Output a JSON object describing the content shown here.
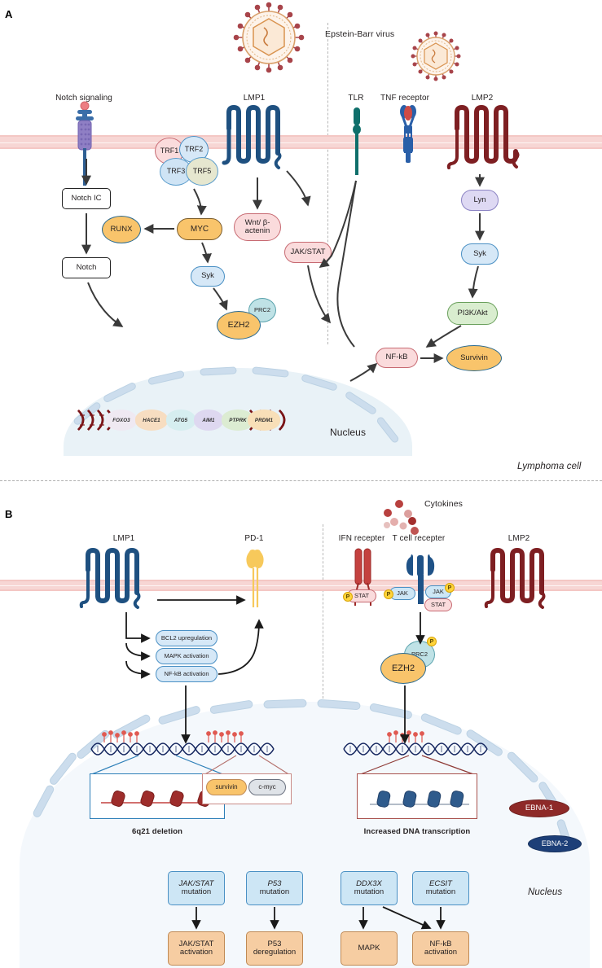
{
  "figure": {
    "panel_a_letter": "A",
    "panel_b_letter": "B",
    "virus_label": "Epstein-Barr virus",
    "lymphoma_cell_label": "Lymphoma cell",
    "nucleus_label_a": "Nucleus",
    "nucleus_label_b": "Nucleus",
    "cytokines_label": "Cytokines"
  },
  "panel_a": {
    "receptors": {
      "notch": "Notch signaling",
      "lmp1": "LMP1",
      "tlr": "TLR",
      "tnf": "TNF receptor",
      "lmp2": "LMP2"
    },
    "trf_complex": [
      {
        "label": "TRF1"
      },
      {
        "label": "TRF2"
      },
      {
        "label": "TRF3"
      },
      {
        "label": "TRF5"
      }
    ],
    "nodes": {
      "notch_ic": "Notch IC",
      "notch": "Notch",
      "runx": "RUNX",
      "myc": "MYC",
      "wnt": "Wnt/ β-actenin",
      "wnt_line1": "Wnt/ β-",
      "wnt_line2": "actenin",
      "jak_stat": "JAK/STAT",
      "syk": "Syk",
      "prc2": "PRC2",
      "ezh2": "EZH2",
      "lyn": "Lyn",
      "syk2": "Syk",
      "pi3k": "PI3K/Akt",
      "nfkb": "NF-kB",
      "survivin": "Survivin"
    },
    "genes": [
      "FOXO3",
      "HACE1",
      "ATG5",
      "AIM1",
      "PTPRK",
      "PRDM1"
    ]
  },
  "panel_b": {
    "receptors": {
      "lmp1": "LMP1",
      "pd1": "PD-1",
      "ifn": "IFN recepter",
      "tcr": "T cell recepter",
      "lmp2": "LMP2"
    },
    "lmp1_effects": [
      "BCL2 upregulation",
      "MAPK activation",
      "NF-kB activation"
    ],
    "signaling": {
      "stat": "STAT",
      "jak_left": "JAK",
      "jak_right": "JAK",
      "stat_right": "STAT",
      "prc2": "PRC2",
      "ezh2": "EZH2",
      "phospho": "P"
    },
    "dna_insets": {
      "left_caption": "6q21 deletion",
      "right_caption": "Increased DNA transcription",
      "oncogenes": [
        "survivin",
        "c-myc"
      ]
    },
    "ebna": [
      {
        "label": "EBNA-1"
      },
      {
        "label": "EBNA-2"
      }
    ],
    "mutations": [
      {
        "gene": "JAK/STAT",
        "suffix": "mutation",
        "effect_line1": "JAK/STAT",
        "effect_line2": "activation"
      },
      {
        "gene": "P53",
        "suffix": "mutation",
        "effect_line1": "P53",
        "effect_line2": "deregulation"
      },
      {
        "gene": "DDX3X",
        "suffix": "mutation",
        "effect_line1": "MAPK",
        "effect_line2": ""
      },
      {
        "gene": "ECSIT",
        "suffix": "mutation",
        "effect_line1": "NF-kB",
        "effect_line2": "activation"
      }
    ]
  },
  "colors": {
    "membrane": "#f7d6d4",
    "lmp1_blue": "#1e5080",
    "lmp2_red": "#7e1f22",
    "nucleus_a": "#e9f2f7",
    "nucleus_b": "#f4f8fc",
    "orange_node": "#f9c46b",
    "pink_node": "#fadbdc",
    "blue_node": "#d6e8f7",
    "peach_node": "#f6cda2",
    "ebna1": "#8e2a28",
    "ebna2": "#1d3f78",
    "phospho": "#ffd43b"
  }
}
